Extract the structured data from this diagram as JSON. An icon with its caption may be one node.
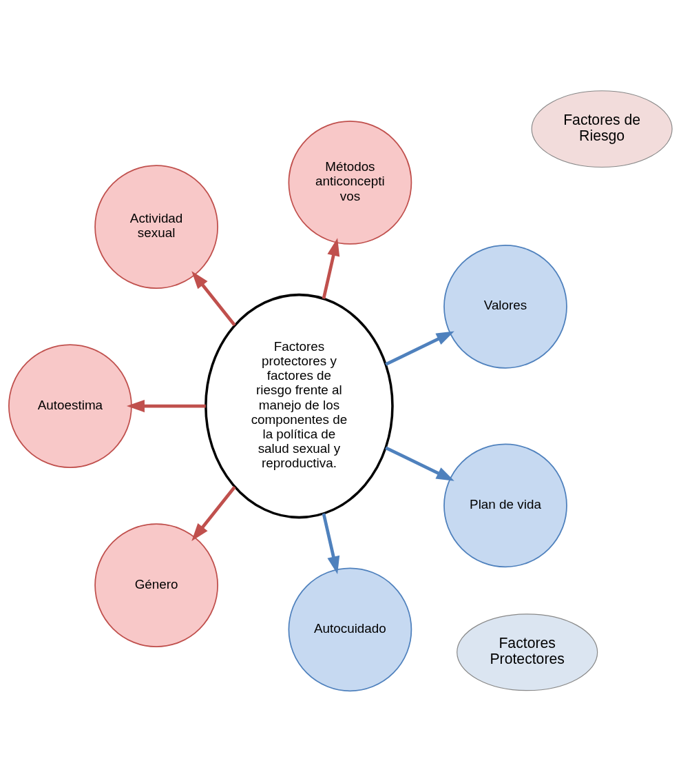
{
  "diagram": {
    "nodes": [
      {
        "text": [
          "Valores"
        ]
      },
      {
        "text": [
          "Métodos anticoncepti vos"
        ]
      },
      {
        "text": [
          "Actividad sexual"
        ]
      },
      {
        "text": [
          "Factores protectores y factores de riesgo frente al manejo de los componentes de la política de salud sexual y reproductiva."
        ]
      },
      {
        "text": [
          "Autoestima"
        ]
      },
      {
        "text": [
          "Género"
        ]
      },
      {
        "text": [
          "Autocuidado"
        ]
      },
      {
        "text": [
          "Plan de vida"
        ]
      }
    ],
    "edges": [
      {
        "from": 3,
        "to": 0,
        "arrow": "to",
        "color": "#4f81bd"
      },
      {
        "from": 3,
        "to": 2,
        "arrow": "to"
      },
      {
        "from": 3,
        "to": 5,
        "arrow": "to"
      },
      {
        "from": 3,
        "to": 7,
        "arrow": "to",
        "color": "#4f81bd"
      },
      {
        "from": 3,
        "to": 6,
        "arrow": "to",
        "color": "#4f81bd"
      },
      {
        "from": 3,
        "to": 4,
        "arrow": "to"
      },
      {
        "from": 3,
        "to": 1,
        "arrow": "to"
      }
    ],
    "legend": [
      {
        "text": "Factores de Riesgo",
        "color": "#f2dcdb"
      },
      {
        "text": "Factores Protectores",
        "color": "#dbe5f1"
      }
    ]
  }
}
